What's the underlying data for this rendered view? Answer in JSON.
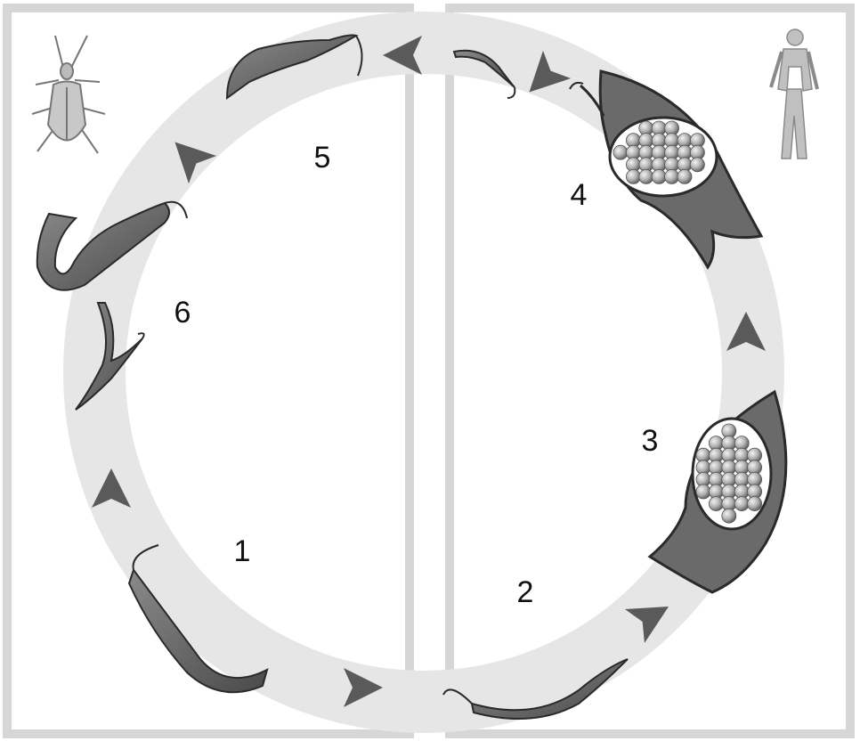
{
  "diagram": {
    "stage_labels": [
      "1",
      "2",
      "3",
      "4",
      "5",
      "6"
    ],
    "host_icons": [
      "triatomine-bug-icon",
      "human-figure-icon"
    ],
    "colors": {
      "panel_border": "#d6d6d6",
      "cycle_ring": "#e6e6e6",
      "arrow": "#5a5a5a",
      "parasite_fill": "#6e6e6e",
      "parasite_outline": "#2a2a2a",
      "cell_fill": "#6a6a6a",
      "amastigote": "#b4b4b4"
    }
  }
}
